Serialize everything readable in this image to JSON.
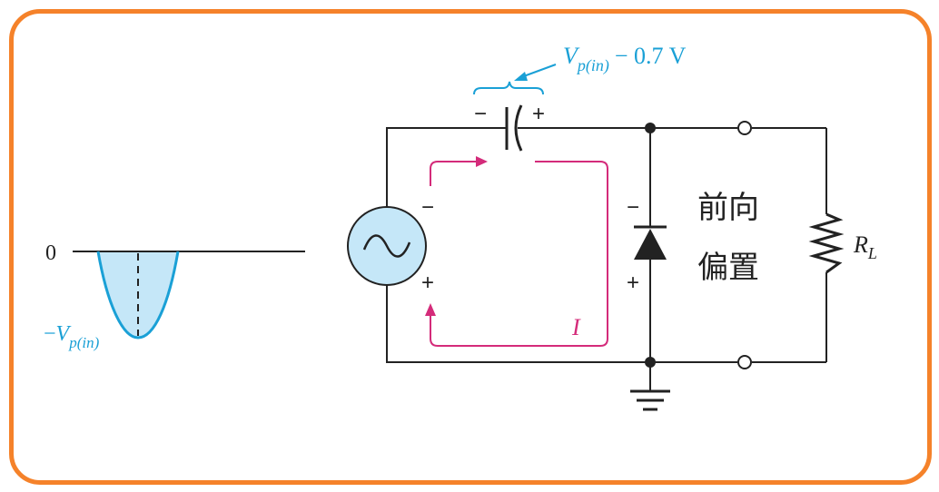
{
  "waveform": {
    "zero_label": "0",
    "peak_label": {
      "sign": "−",
      "v": "V",
      "sub": "p(in)"
    }
  },
  "capacitor": {
    "voltage_label": {
      "v": "V",
      "sub": "p(in)",
      "rest": "− 0.7 V"
    },
    "minus": "−",
    "plus": "+"
  },
  "source": {
    "minus": "−",
    "plus": "+"
  },
  "diode": {
    "minus": "−",
    "plus": "+"
  },
  "bias_text": {
    "line1": "前向",
    "line2": "偏置"
  },
  "current_label": "I",
  "resistor": {
    "r": "R",
    "sub": "L"
  },
  "colors": {
    "frame": "#f5822a",
    "wire": "#222222",
    "accent_blue": "#1aa0d6",
    "fill_blue": "#c5e7f8",
    "current_pink": "#d42b7a"
  }
}
